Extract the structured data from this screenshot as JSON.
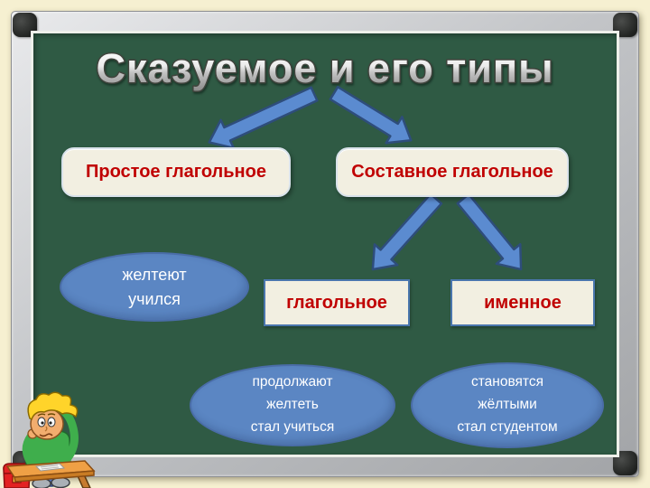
{
  "slide": {
    "title": "Сказуемое и его типы",
    "background_color": "#f6f0d1",
    "board_color": "#2f5a44",
    "frame_color": "#c3c5c8",
    "title_fill_top": "#ffffff",
    "title_fill_bottom": "#8a8a8a",
    "arrow_color": "#5b8bd0",
    "arrow_outline_color": "#2e4d7b",
    "node_fill": "#f2efe1",
    "node_text_color": "#c00000",
    "bubble_fill": "#5b86c3",
    "bubble_border_color": "#4a6da8",
    "bubble_text_color": "#ffffff"
  },
  "nodes": {
    "simple": {
      "label": "Простое глагольное"
    },
    "compound": {
      "label": "Составное глагольное"
    },
    "verbal": {
      "label": "глагольное"
    },
    "nominal": {
      "label": "именное"
    }
  },
  "examples": {
    "simple": {
      "lines": [
        "желтеют",
        "учился"
      ]
    },
    "verbal": {
      "lines": [
        "продолжают",
        "желтеть",
        "стал учиться"
      ]
    },
    "nominal": {
      "lines": [
        "становятся",
        "жёлтыми",
        "стал студентом"
      ]
    }
  },
  "icons": {
    "student": "thinking-student-at-desk-clipart"
  }
}
